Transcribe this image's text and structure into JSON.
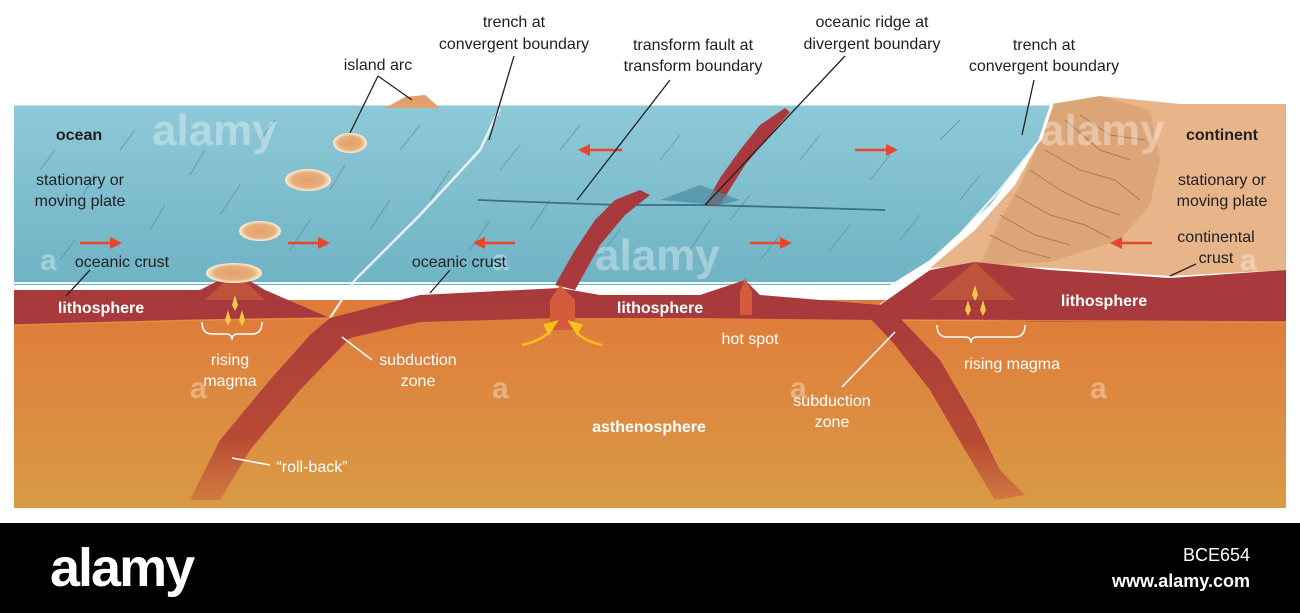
{
  "labels": {
    "trench_left": [
      "trench at",
      "convergent boundary"
    ],
    "transform_fault": [
      "transform fault at",
      "transform boundary"
    ],
    "oceanic_ridge": [
      "oceanic ridge at",
      "divergent boundary"
    ],
    "trench_right": [
      "trench at",
      "convergent boundary"
    ],
    "island_arc": "island arc",
    "ocean": "ocean",
    "continent": "continent",
    "stationary_left": [
      "stationary or",
      "moving plate"
    ],
    "stationary_right": [
      "stationary or",
      "moving plate"
    ],
    "oceanic_crust_left": "oceanic crust",
    "oceanic_crust_mid": "oceanic crust",
    "continental_crust": [
      "continental",
      "crust"
    ],
    "lithosphere_left": "lithosphere",
    "lithosphere_mid": "lithosphere",
    "lithosphere_right": "lithosphere",
    "rising_magma_left": [
      "rising",
      "magma"
    ],
    "rising_magma_right": "rising magma",
    "subduction_left": [
      "subduction",
      "zone"
    ],
    "subduction_right": [
      "subduction",
      "zone"
    ],
    "hot_spot": "hot spot",
    "asthenosphere": "asthenosphere",
    "roll_back": "“roll-back”"
  },
  "watermark": "alamy",
  "watermark_letter": "a",
  "footer": {
    "logo": "alamy",
    "image_id": "BCE654",
    "url": "www.alamy.com"
  },
  "colors": {
    "ocean": "#7fbfcf",
    "lithosphere": "#a8393c",
    "asthenosphere": "#d9743c",
    "continent": "#e8b58a",
    "arrow": "#e8452a",
    "magma": "#f5a623"
  }
}
